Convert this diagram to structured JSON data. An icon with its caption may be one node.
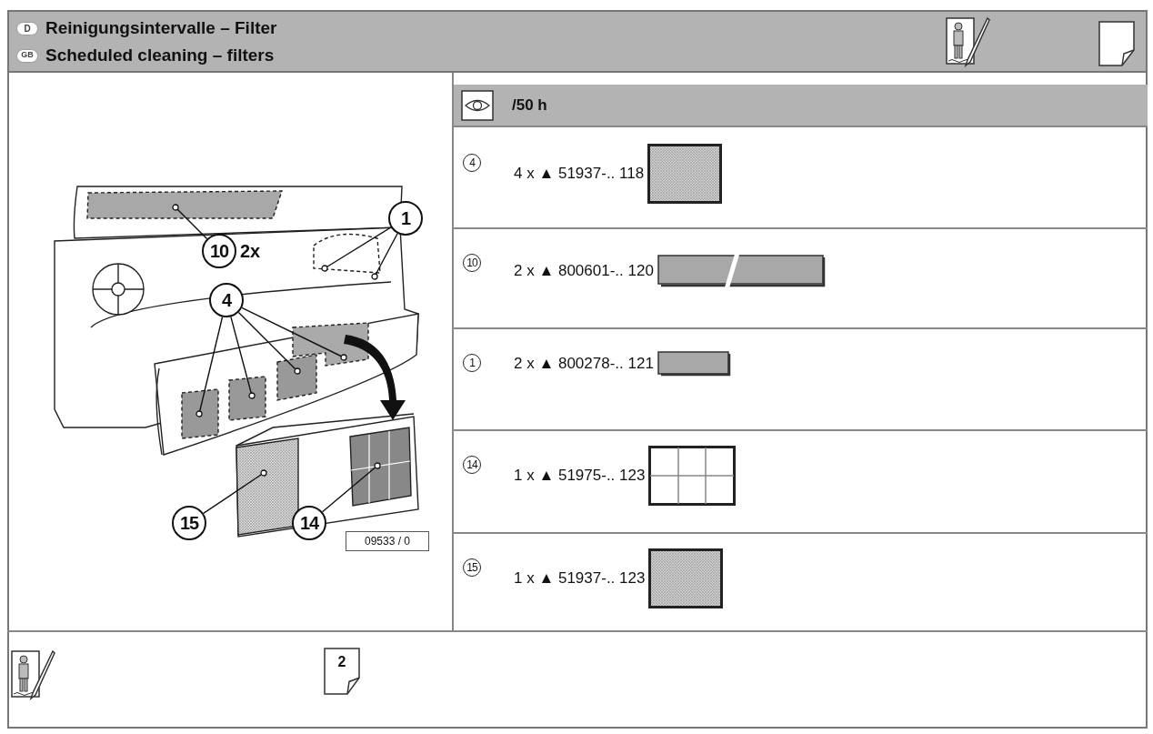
{
  "diagram": {
    "title": "Reinigungsintervalle – Filter",
    "nodes": [
      {
        "text": [
          "10"
        ],
        "beside": [
          "2x"
        ]
      },
      {
        "text": [
          "1"
        ]
      },
      {
        "text": [
          "4"
        ]
      },
      {
        "text": [
          "15"
        ]
      },
      {
        "text": [
          "14"
        ]
      }
    ],
    "edges": [
      {
        "from": 0,
        "to": null,
        "arrow": "other"
      },
      {
        "from": 1,
        "to": null,
        "arrow": "other"
      },
      {
        "from": 1,
        "to": null,
        "arrow": "other"
      },
      {
        "from": 2,
        "to": null,
        "arrow": "other"
      },
      {
        "from": 2,
        "to": null,
        "arrow": "other"
      },
      {
        "from": 2,
        "to": null,
        "arrow": "other"
      },
      {
        "from": 2,
        "to": null,
        "arrow": "other"
      },
      {
        "from": 3,
        "to": null,
        "arrow": "other"
      },
      {
        "from": 4,
        "to": null,
        "arrow": "other"
      }
    ],
    "labels": [
      "D",
      "GB",
      "Scheduled cleaning – filters",
      "/50 h",
      "4",
      "4 x ▲ 51937-.. 118",
      "10",
      "2 x ▲ 800601-.. 120",
      "1",
      "2 x ▲ 800278-.. 121",
      "14",
      "1 x ▲ 51975-.. 123",
      "15",
      "1 x ▲ 51937-.. 123",
      "09533 / 0",
      "2"
    ]
  }
}
